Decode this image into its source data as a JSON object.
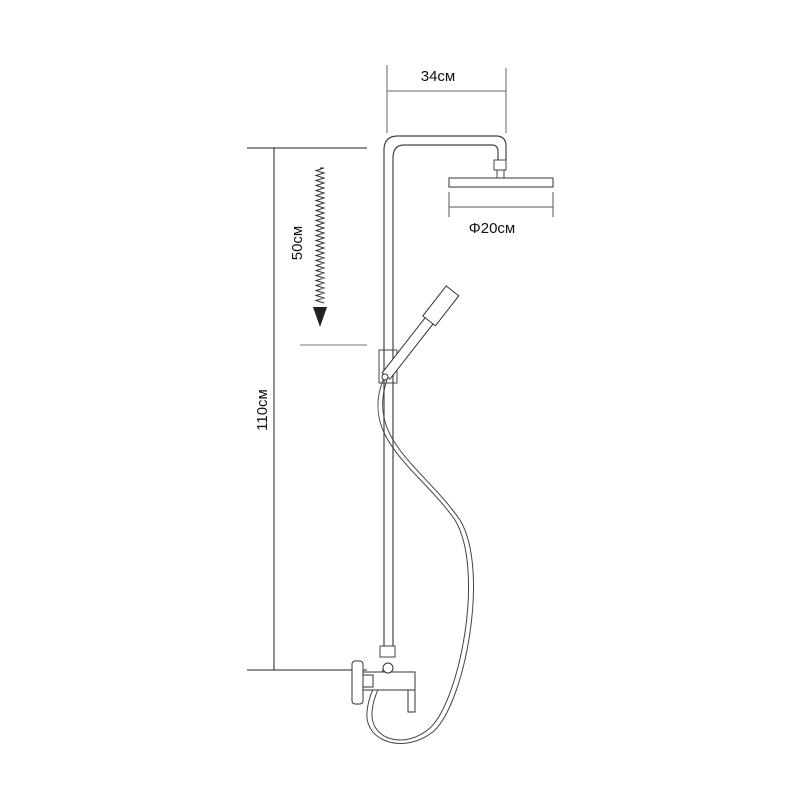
{
  "labels": {
    "arm_width": "34см",
    "head_diameter": "Φ20см",
    "total_height": "110см",
    "adjust_range": "50см"
  },
  "colors": {
    "line": "#333333",
    "dim": "#555555",
    "background": "#ffffff"
  }
}
